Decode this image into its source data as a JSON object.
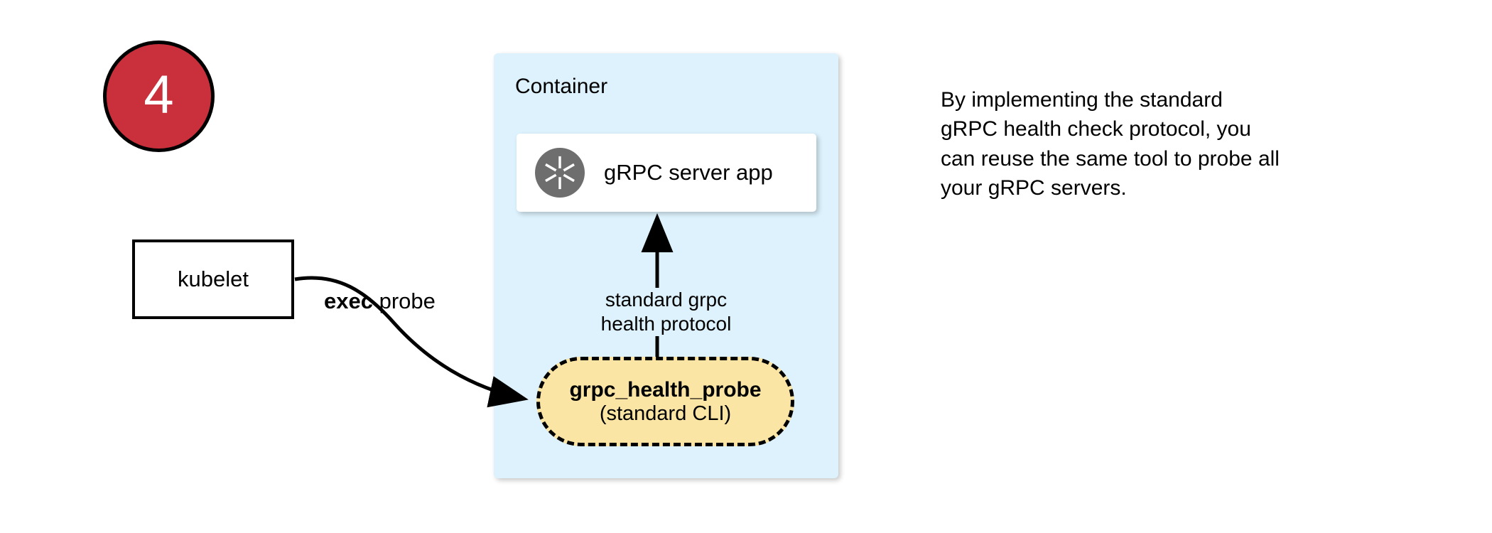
{
  "diagram": {
    "step_badge": {
      "number": "4",
      "fill_color": "#c9303c",
      "stroke_color": "#000000",
      "text_color": "#ffffff"
    },
    "kubelet": {
      "label": "kubelet"
    },
    "exec_probe_edge": {
      "label_bold": "exec",
      "label_rest": " probe",
      "arrow_icon": "curved-arrow-icon"
    },
    "container": {
      "title": "Container",
      "fill_color": "#ddf2fd"
    },
    "server_card": {
      "label": "gRPC server app",
      "icon": "aperture-icon",
      "icon_color": "#6e6e6e",
      "fill_color": "#ffffff"
    },
    "protocol_edge": {
      "line1": "standard grpc",
      "line2": "health protocol",
      "arrow_icon": "up-arrow-icon"
    },
    "probe_box": {
      "title": "grpc_health_probe",
      "subtitle": "(standard CLI)",
      "fill_color": "#fbe5a4",
      "border_style": "dashed",
      "border_color": "#000000"
    },
    "caption": {
      "line1": "By implementing the standard",
      "line2": "gRPC health check protocol, you",
      "line3": "can reuse the same tool to probe all",
      "line4": "your gRPC servers."
    }
  }
}
